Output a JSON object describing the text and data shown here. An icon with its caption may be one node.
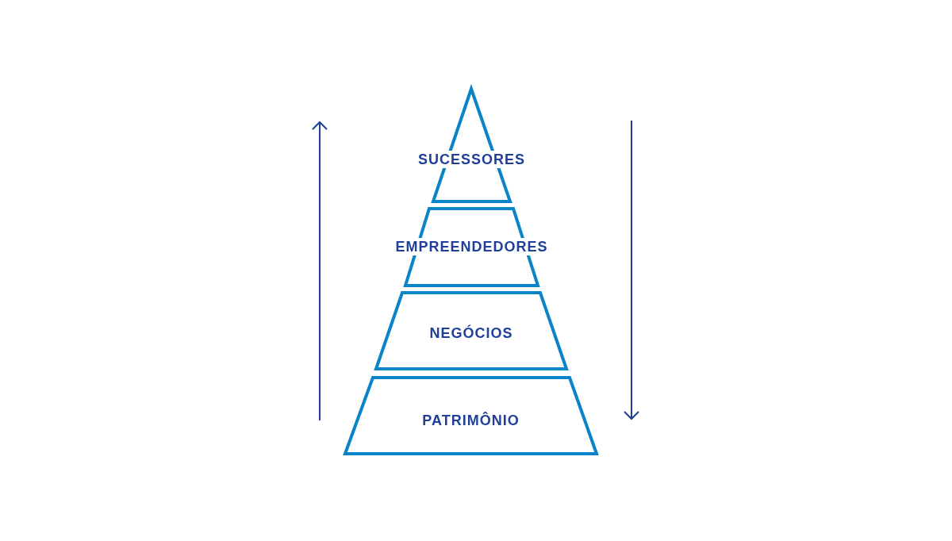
{
  "diagram": {
    "nodes": [
      {
        "text": [
          "SUCESSORES"
        ]
      },
      {
        "text": [
          "EMPREENDEDORES"
        ]
      },
      {
        "text": [
          "NEGÓCIOS"
        ]
      },
      {
        "text": [
          "PATRIMÔNIO"
        ]
      }
    ]
  }
}
